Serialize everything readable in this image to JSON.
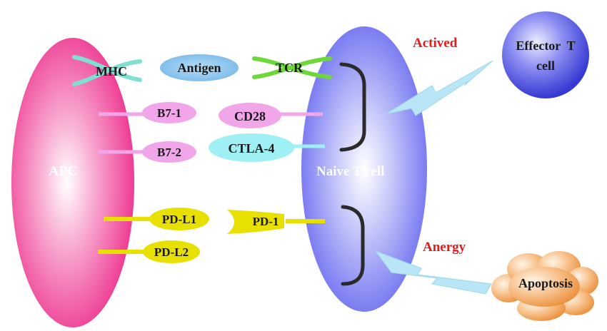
{
  "cells": {
    "apc": "APC",
    "naive_t_cell": "Naive T cell",
    "effector_t_cell_line1": "Effector  T",
    "effector_t_cell_line2": "cell",
    "apoptosis": "Apoptosis"
  },
  "molecules": {
    "mhc": "MHC",
    "antigen": "Antigen",
    "tcr": "TCR",
    "b7_1": "B7-1",
    "b7_2": "B7-2",
    "cd28": "CD28",
    "ctla_4": "CTLA-4",
    "pd_l1": "PD-L1",
    "pd_l2": "PD-L2",
    "pd_1": "PD-1"
  },
  "outcomes": {
    "activated": "Actived",
    "anergy": "Anergy"
  },
  "colors": {
    "apc": "#ee3b92",
    "naive_t_cell": "#6e6ef0",
    "effector": "#3f42d8",
    "outcome_text": "#e41b1b",
    "mhc": "#7fe0d2",
    "antigen": "#87c4ee",
    "tcr": "#6ed83a",
    "b7": "#f2a6ea",
    "cd28": "#f2a6ea",
    "ctla_4": "#9ef0f4",
    "pd_l": "#e8e000",
    "lightning": "#b8e6f6"
  }
}
